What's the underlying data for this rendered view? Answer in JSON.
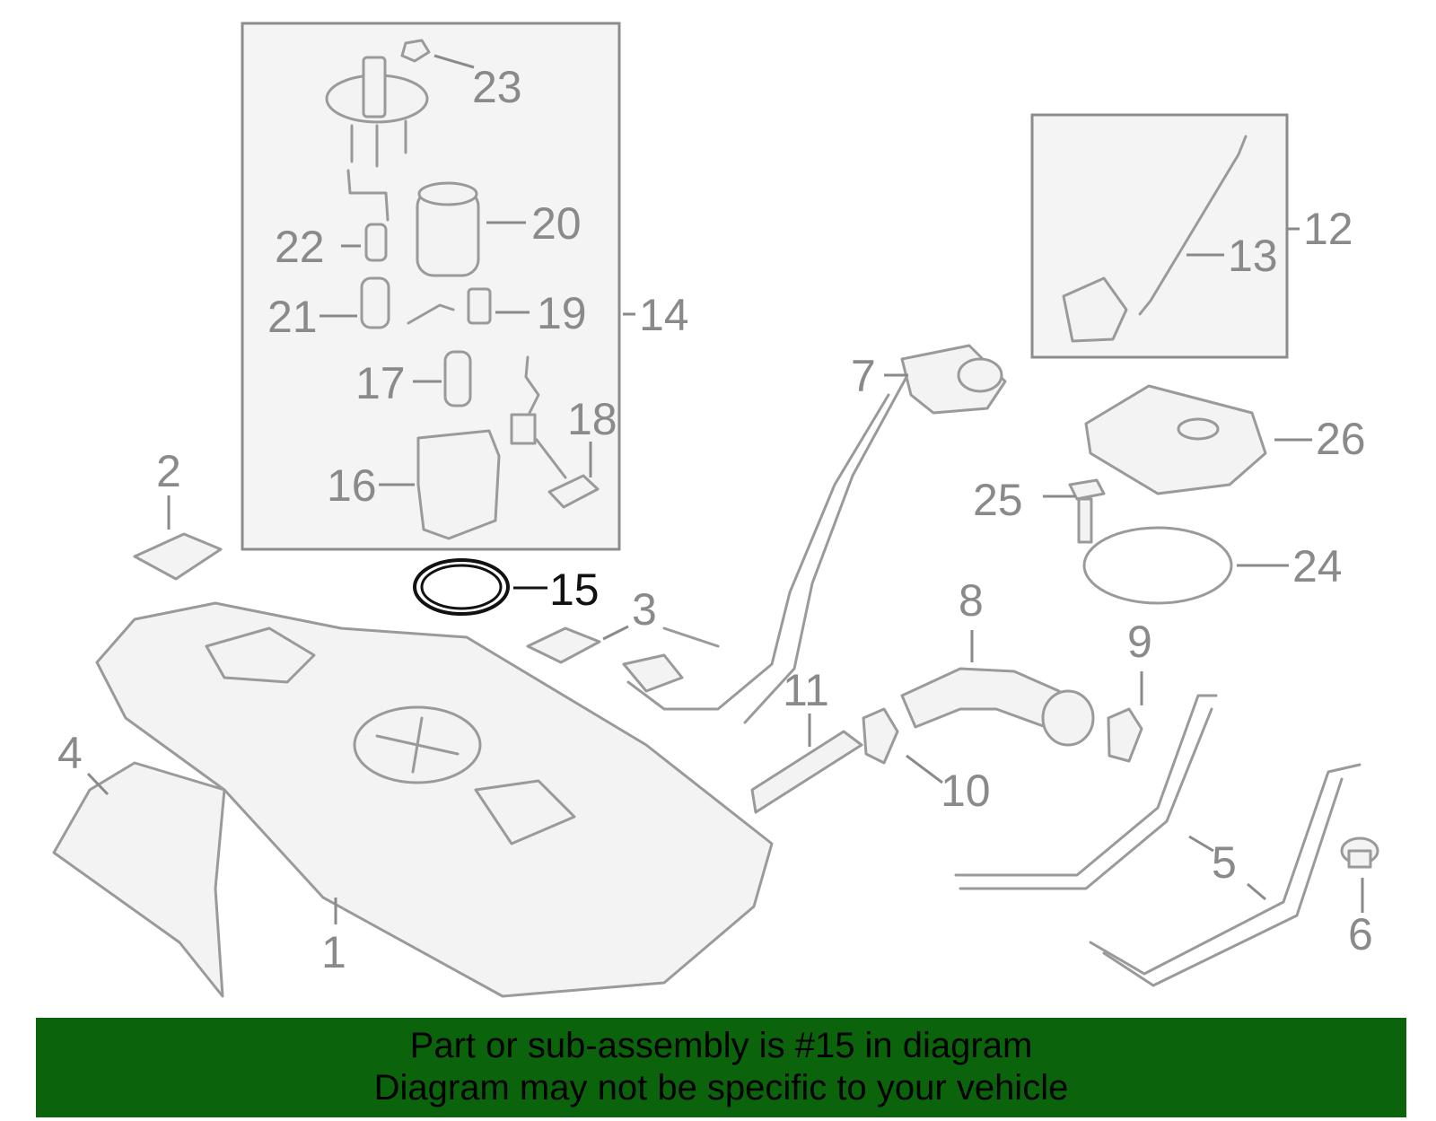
{
  "diagram": {
    "callouts": [
      {
        "id": "1",
        "label": "1"
      },
      {
        "id": "2",
        "label": "2"
      },
      {
        "id": "3",
        "label": "3"
      },
      {
        "id": "4",
        "label": "4"
      },
      {
        "id": "5",
        "label": "5"
      },
      {
        "id": "6",
        "label": "6"
      },
      {
        "id": "7",
        "label": "7"
      },
      {
        "id": "8",
        "label": "8"
      },
      {
        "id": "9",
        "label": "9"
      },
      {
        "id": "10",
        "label": "10"
      },
      {
        "id": "11",
        "label": "11"
      },
      {
        "id": "12",
        "label": "12"
      },
      {
        "id": "13",
        "label": "13"
      },
      {
        "id": "14",
        "label": "14"
      },
      {
        "id": "15",
        "label": "15",
        "highlighted": true
      },
      {
        "id": "16",
        "label": "16"
      },
      {
        "id": "17",
        "label": "17"
      },
      {
        "id": "18",
        "label": "18"
      },
      {
        "id": "19",
        "label": "19"
      },
      {
        "id": "20",
        "label": "20"
      },
      {
        "id": "21",
        "label": "21"
      },
      {
        "id": "22",
        "label": "22"
      },
      {
        "id": "23",
        "label": "23"
      },
      {
        "id": "24",
        "label": "24"
      },
      {
        "id": "25",
        "label": "25"
      },
      {
        "id": "26",
        "label": "26"
      }
    ],
    "colors": {
      "line": "#9a9a9a",
      "highlight": "#111111",
      "banner_background": "#0b640b"
    }
  },
  "banner": {
    "line1": "Part or sub-assembly is #15 in diagram",
    "line2": "Diagram may not be specific to your vehicle"
  }
}
